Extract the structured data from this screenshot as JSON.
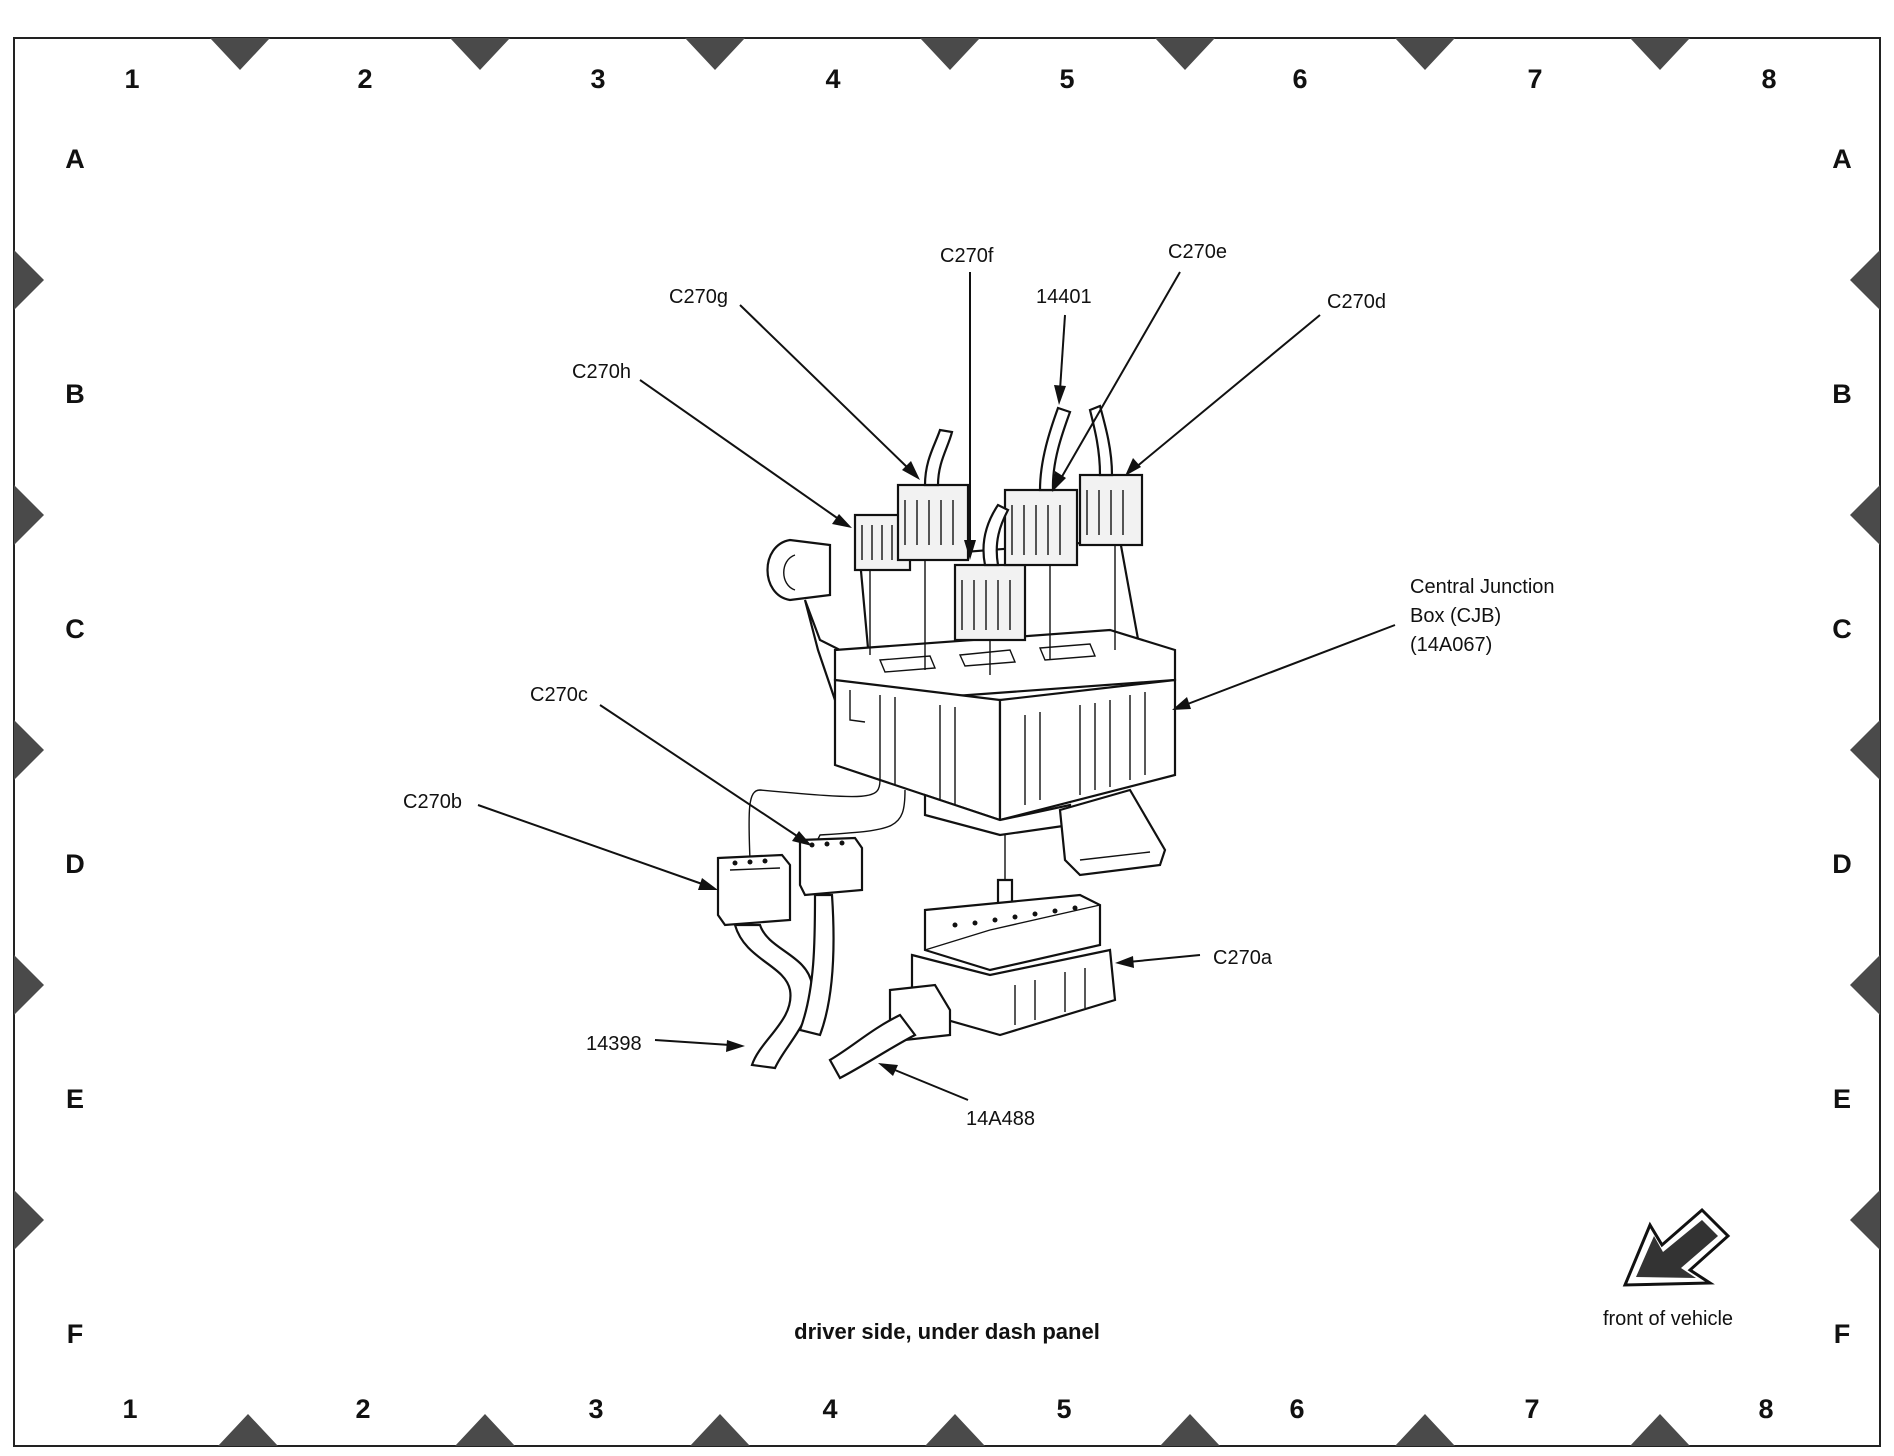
{
  "grid": {
    "columns": [
      "1",
      "2",
      "3",
      "4",
      "5",
      "6",
      "7",
      "8"
    ],
    "rows": [
      "A",
      "B",
      "C",
      "D",
      "E",
      "F"
    ]
  },
  "callouts": {
    "c270f": "C270f",
    "c270e": "C270e",
    "c270g": "C270g",
    "n14401": "14401",
    "c270d": "C270d",
    "c270h": "C270h",
    "cjb_line1": "Central Junction",
    "cjb_line2": "Box (CJB)",
    "cjb_line3": "(14A067)",
    "c270c": "C270c",
    "c270b": "C270b",
    "c270a": "C270a",
    "n14398": "14398",
    "n14a488": "14A488"
  },
  "caption": "driver side, under dash panel",
  "orientation": {
    "label": "front of vehicle",
    "icon": "direction-arrow-icon"
  }
}
